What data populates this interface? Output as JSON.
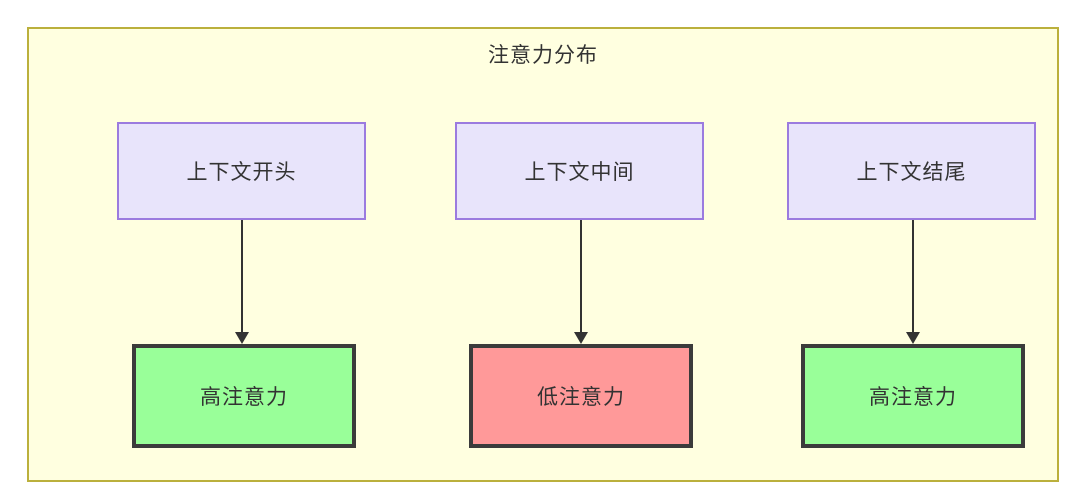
{
  "diagram": {
    "title": "注意力分布",
    "colors": {
      "container_bg": "#ffffe0",
      "container_border": "#bbb03c",
      "context_node_bg": "#e8e4fb",
      "context_node_border": "#9b7bdf",
      "high_attention_bg": "#99ff99",
      "low_attention_bg": "#ff9999",
      "node_border_dark": "#3b3b3b",
      "edge": "#333333",
      "text": "#333333"
    },
    "columns": [
      {
        "id": "col1",
        "source": "上下文开头",
        "target": "高注意力",
        "target_level": "high"
      },
      {
        "id": "col2",
        "source": "上下文中间",
        "target": "低注意力",
        "target_level": "low"
      },
      {
        "id": "col3",
        "source": "上下文结尾",
        "target": "高注意力",
        "target_level": "high"
      }
    ],
    "edges": [
      {
        "from": "上下文开头",
        "to": "高注意力",
        "arrow": "arrow-down-icon"
      },
      {
        "from": "上下文中间",
        "to": "低注意力",
        "arrow": "arrow-down-icon"
      },
      {
        "from": "上下文结尾",
        "to": "高注意力",
        "arrow": "arrow-down-icon"
      }
    ]
  }
}
